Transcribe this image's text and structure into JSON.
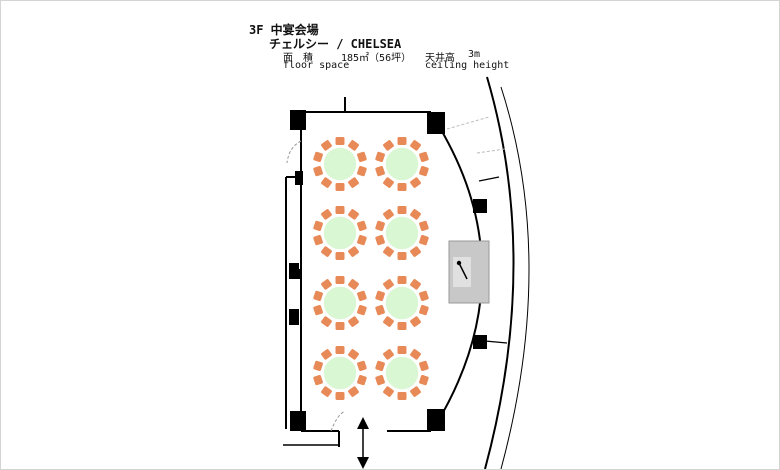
{
  "header": {
    "floor_title": "3F 中宴会場",
    "room_name": "チェルシー / CHELSEA",
    "area_label_jp": "面　積",
    "area_value": "185㎡（56坪）",
    "area_label_en": "floor space",
    "ceiling_label_jp": "天井高",
    "ceiling_value": "3m",
    "ceiling_label_en": "ceiling height"
  },
  "layout": {
    "table_columns": 2,
    "table_rows": 4,
    "chairs_per_table": 10,
    "table_color": "#d9f7d3",
    "chair_color": "#e88a58",
    "stage_color": "#c8c8c8"
  }
}
